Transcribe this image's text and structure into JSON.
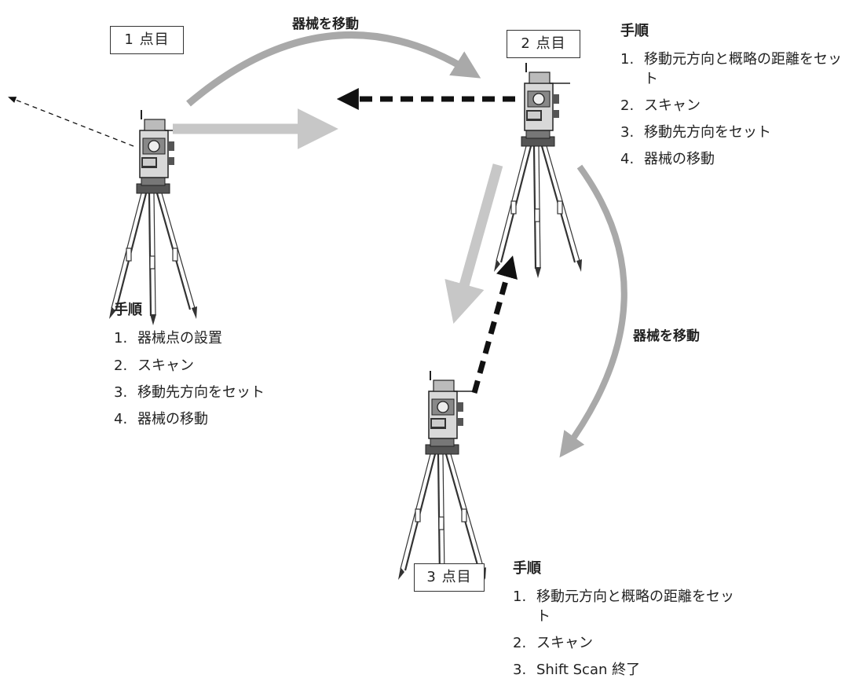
{
  "stations": [
    {
      "label": "1 点目"
    },
    {
      "label": "2 点目"
    },
    {
      "label": "3 点目"
    }
  ],
  "move_labels": [
    "器械を移動",
    "器械を移動"
  ],
  "procedures": [
    {
      "title": "手順",
      "steps": [
        {
          "num": "1.",
          "text": "器械点の設置"
        },
        {
          "num": "2.",
          "text": "スキャン"
        },
        {
          "num": "3.",
          "text": "移動先方向をセット"
        },
        {
          "num": "4.",
          "text": "器械の移動"
        }
      ]
    },
    {
      "title": "手順",
      "steps": [
        {
          "num": "1.",
          "text": "移動元方向と概略の距離をセット"
        },
        {
          "num": "2.",
          "text": "スキャン"
        },
        {
          "num": "3.",
          "text": "移動先方向をセット"
        },
        {
          "num": "4.",
          "text": "器械の移動"
        }
      ]
    },
    {
      "title": "手順",
      "steps": [
        {
          "num": "1.",
          "text": "移動元方向と概略の距離をセット"
        },
        {
          "num": "2.",
          "text": "スキャン"
        },
        {
          "num": "3.",
          "text": "Shift Scan 終了"
        }
      ]
    }
  ],
  "colors": {
    "light_arrow": "#c7c7c7",
    "mid_arrow": "#a9a9a9",
    "dark_arrow": "#111111",
    "instrument": "#333333"
  }
}
